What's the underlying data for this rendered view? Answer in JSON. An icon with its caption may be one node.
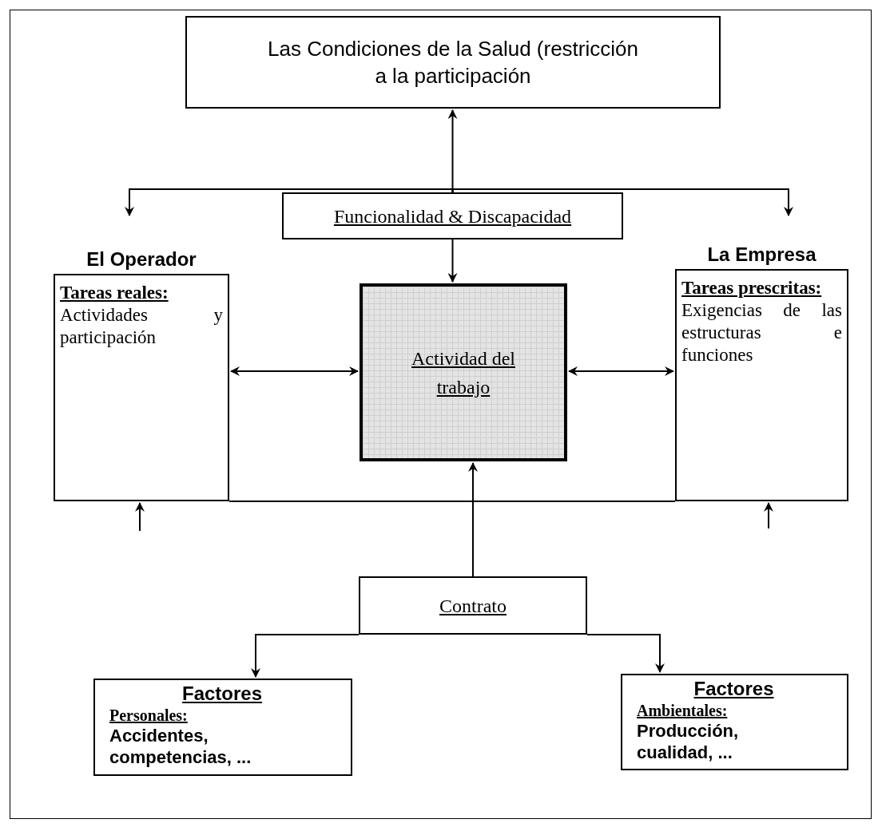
{
  "diagram": {
    "nodes": [
      {
        "text": [
          "Las Condiciones de la Salud (restricción a la participación"
        ]
      },
      {
        "text": [
          "Funcionalidad & Discapacidad"
        ]
      },
      {
        "text": [
          "El Operador",
          "Tareas reales:",
          "Actividades y participación"
        ]
      },
      {
        "text": [
          "Actividad del trabajo"
        ]
      },
      {
        "text": [
          "La Empresa",
          "Tareas prescritas:",
          "Exigencias de las estructuras e funciones"
        ]
      },
      {
        "text": [
          "Contrato"
        ]
      },
      {
        "text": [
          "Factores",
          "Personales:",
          "Accidentes, competencias, ..."
        ]
      },
      {
        "text": [
          "Factores",
          "Ambientales:",
          "Producción, cualidad, ..."
        ]
      }
    ],
    "edges": [
      {
        "from": 1,
        "to": 0,
        "arrow": "to"
      },
      {
        "from": 1,
        "to": 2,
        "arrow": "to"
      },
      {
        "from": 1,
        "to": 4,
        "arrow": "to"
      },
      {
        "from": 1,
        "to": 3,
        "arrow": "to"
      },
      {
        "from": 2,
        "to": 3,
        "arrow": "both"
      },
      {
        "from": 3,
        "to": 4,
        "arrow": "both"
      },
      {
        "from": 2,
        "to": 4,
        "arrow": "none"
      },
      {
        "from": null,
        "to": 2,
        "arrow": "to"
      },
      {
        "from": null,
        "to": 4,
        "arrow": "to"
      },
      {
        "from": 5,
        "to": 3,
        "arrow": "to"
      },
      {
        "from": 5,
        "to": 6,
        "arrow": "to"
      },
      {
        "from": 5,
        "to": 7,
        "arrow": "to"
      }
    ]
  }
}
